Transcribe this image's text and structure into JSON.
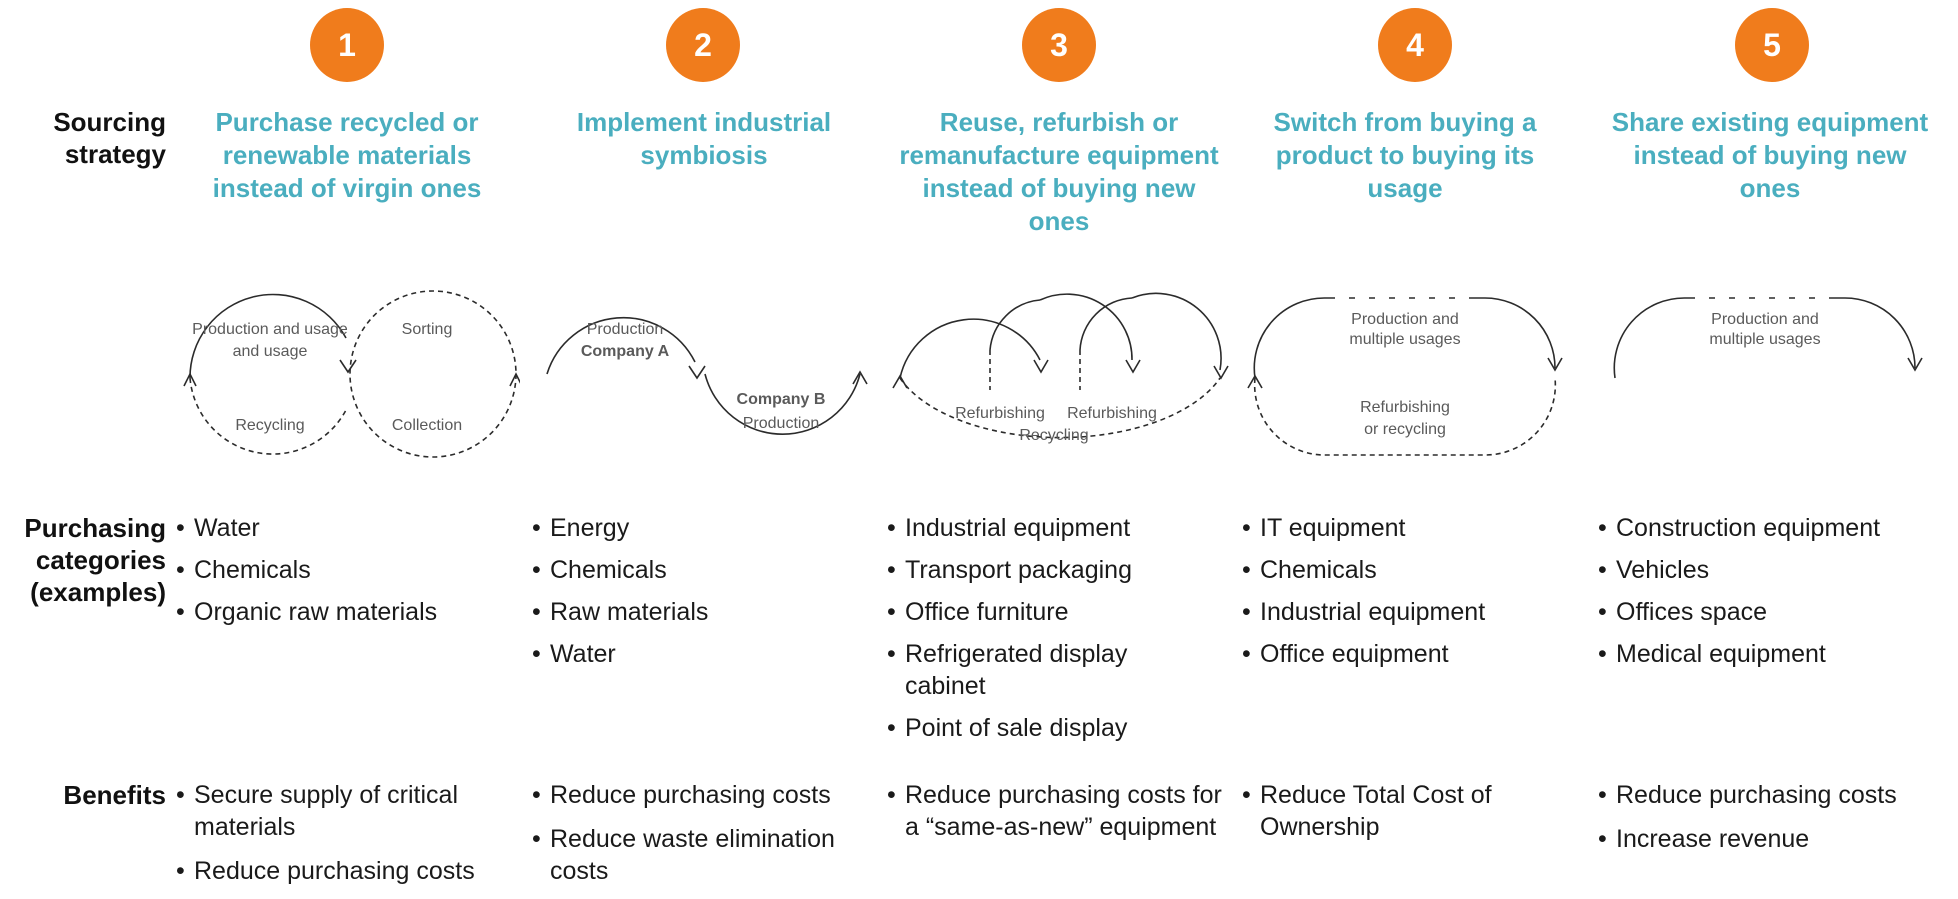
{
  "row_labels": {
    "sourcing_strategy": "Sourcing strategy",
    "purchasing_categories": "Purchasing categories (examples)",
    "benefits": "Benefits"
  },
  "colors": {
    "number_circle": "#f07c1c",
    "strategy_text": "#4aaebf",
    "diagram_stroke": "#2b2b2b"
  },
  "columns": [
    {
      "number": "1",
      "strategy": "Purchase recycled or renewable materials instead of virgin ones",
      "diagram": {
        "labels": [
          "Production and usage",
          "Sorting",
          "Recycling",
          "Collection"
        ]
      },
      "categories": [
        "Water",
        "Chemicals",
        "Organic raw materials"
      ],
      "benefits": [
        "Secure supply of critical materials",
        "Reduce purchasing costs"
      ]
    },
    {
      "number": "2",
      "strategy": "Implement industrial symbiosis",
      "diagram": {
        "labels": [
          "Production",
          "Company A",
          "Company B",
          "Production"
        ]
      },
      "categories": [
        "Energy",
        "Chemicals",
        "Raw materials",
        "Water"
      ],
      "benefits": [
        "Reduce purchasing costs",
        "Reduce waste elimination costs"
      ]
    },
    {
      "number": "3",
      "strategy": "Reuse, refurbish or remanufacture equipment instead of buying new ones",
      "diagram": {
        "labels": [
          "Refurbishing",
          "Refurbishing",
          "Recycling"
        ]
      },
      "categories": [
        "Industrial equipment",
        "Transport packaging",
        "Office furniture",
        "Refrigerated display cabinet",
        "Point of sale display"
      ],
      "benefits": [
        "Reduce purchasing costs for a “same-as-new” equipment"
      ]
    },
    {
      "number": "4",
      "strategy": "Switch from buying a product to buying its usage",
      "diagram": {
        "labels": [
          "Production and multiple usages",
          "Refurbishing or recycling"
        ]
      },
      "categories": [
        "IT equipment",
        "Chemicals",
        "Industrial equipment",
        "Office equipment"
      ],
      "benefits": [
        "Reduce Total Cost of Ownership"
      ]
    },
    {
      "number": "5",
      "strategy": "Share existing equipment instead of buying new ones",
      "diagram": {
        "labels": [
          "Production and multiple usages"
        ]
      },
      "categories": [
        "Construction equipment",
        "Vehicles",
        "Offices space",
        "Medical equipment"
      ],
      "benefits": [
        "Reduce purchasing costs",
        "Increase revenue"
      ]
    }
  ]
}
